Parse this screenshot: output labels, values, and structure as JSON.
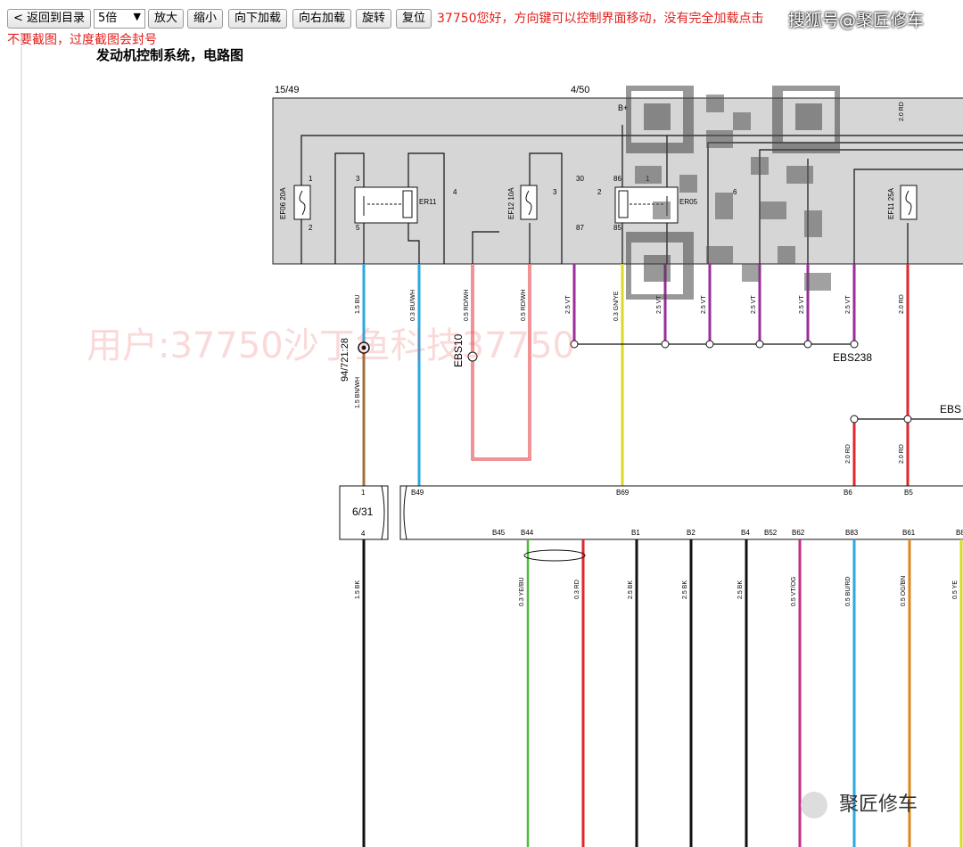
{
  "toolbar": {
    "back_label": "< 返回到目录",
    "zoom_value": "5倍",
    "zoom_in_label": "放大",
    "zoom_out_label": "缩小",
    "load_down_label": "向下加载",
    "load_right_label": "向右加载",
    "rotate_label": "旋转",
    "reset_label": "复位"
  },
  "notice": "37750您好，方向键可以控制界面移动，没有完全加载点击",
  "warning": "不要截图，过度截图会封号",
  "diagram_title": "发动机控制系统，电路图",
  "watermarks": {
    "top": "搜狐号@聚匠修车",
    "big": "用户:37750沙丁鱼科技37750",
    "bottom": "聚匠修车"
  },
  "diagram": {
    "page_refs": [
      "15/49",
      "4/50"
    ],
    "fuses": [
      "EF06 20A",
      "EF12 10A",
      "EF11 25A"
    ],
    "relays": [
      "ER11",
      "ER05"
    ],
    "terminals": [
      "1",
      "2",
      "3",
      "5",
      "4",
      "3",
      "30",
      "87",
      "2",
      "1",
      "86",
      "85",
      "6"
    ],
    "labels": [
      "B+",
      "94/721:28",
      "EBS10",
      "EBS238",
      "EBS",
      "6/31"
    ],
    "wires_upper": [
      "1.5 BU",
      "0.3 BU/WH",
      "0.5 RD/WH",
      "0.5 RD/WH",
      "2.5 VT",
      "0.3 GN/YE",
      "2.5 VT",
      "2.5 VT",
      "2.5 VT",
      "2.5 VT",
      "2.5 VT",
      "2.0 RD",
      "2.0 RD"
    ],
    "wires_mid": [
      "1.5 BN/WH",
      "2.0 RD",
      "2.0 RD"
    ],
    "connector_pins_top": [
      "1",
      "B49",
      "B69",
      "B6",
      "B5"
    ],
    "connector_pins_bottom": [
      "4",
      "B45",
      "B44",
      "B1",
      "B2",
      "B4",
      "B52",
      "B62",
      "B83",
      "B61",
      "B8"
    ],
    "wires_lower": [
      "1.5 BK",
      "0.3 YE/BU",
      "0.3 RD",
      "2.5 BK",
      "2.5 BK",
      "2.5 BK",
      "0.5 VT/OG",
      "0.5 BU/RD",
      "0.5 OG/BN",
      "0.5 YE"
    ],
    "colors": {
      "blue": "#2ba9e0",
      "brown": "#a0703a",
      "red": "#e3262b",
      "violet": "#9b2d9b",
      "yellow": "#d9d92a",
      "black": "#111111",
      "green": "#4cbb3a",
      "magenta": "#c22c8a",
      "orange": "#d98a1e",
      "box": "#d6d6d6"
    }
  }
}
